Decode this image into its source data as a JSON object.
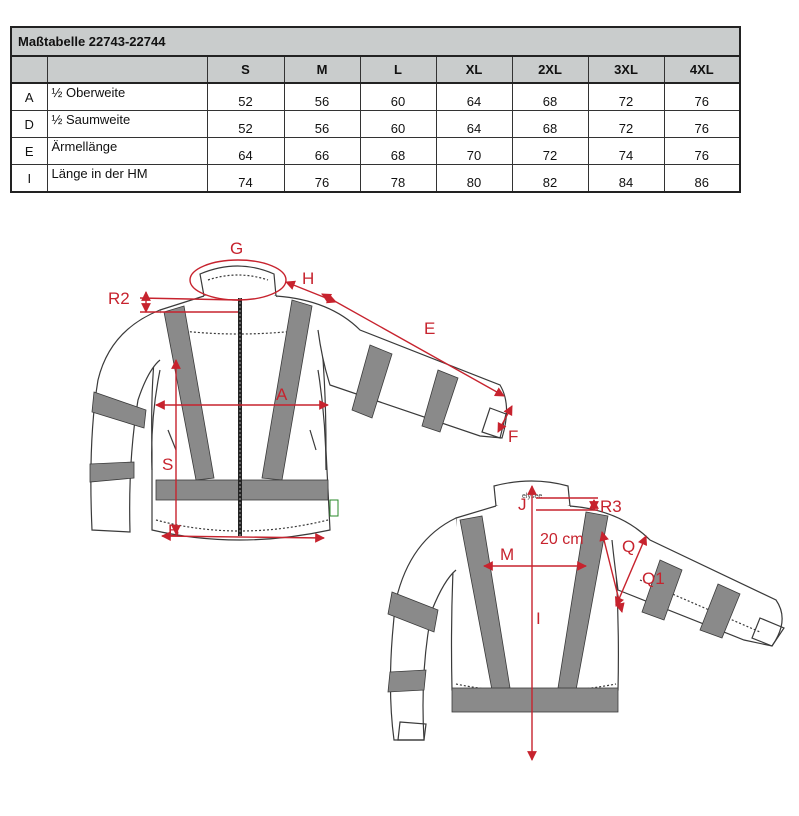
{
  "table": {
    "title": "Maßtabelle 22743-22744",
    "sizes": [
      "S",
      "M",
      "L",
      "XL",
      "2XL",
      "3XL",
      "4XL"
    ],
    "rows": [
      {
        "code": "A",
        "label": "½ Oberweite",
        "values": [
          "52",
          "56",
          "60",
          "64",
          "68",
          "72",
          "76"
        ]
      },
      {
        "code": "D",
        "label": "½ Saumweite",
        "values": [
          "52",
          "56",
          "60",
          "64",
          "68",
          "72",
          "76"
        ]
      },
      {
        "code": "E",
        "label": "Ärmellänge",
        "values": [
          "64",
          "66",
          "68",
          "70",
          "72",
          "74",
          "76"
        ]
      },
      {
        "code": "I",
        "label": "Länge in der HM",
        "values": [
          "74",
          "76",
          "78",
          "80",
          "82",
          "84",
          "86"
        ]
      }
    ]
  },
  "drawing": {
    "front_labels": {
      "G": "G",
      "H": "H",
      "R2": "R2",
      "E": "E",
      "A": "A",
      "S": "S",
      "F": "F",
      "B": "B"
    },
    "back_labels": {
      "J": "J",
      "R3": "R3",
      "offset": "20 cm",
      "M": "M",
      "Q": "Q",
      "Q1": "Q1",
      "I": "I"
    },
    "colors": {
      "measure": "#c7232e",
      "outline": "#3a3a3a",
      "reflective": "#8a8a8a"
    }
  }
}
